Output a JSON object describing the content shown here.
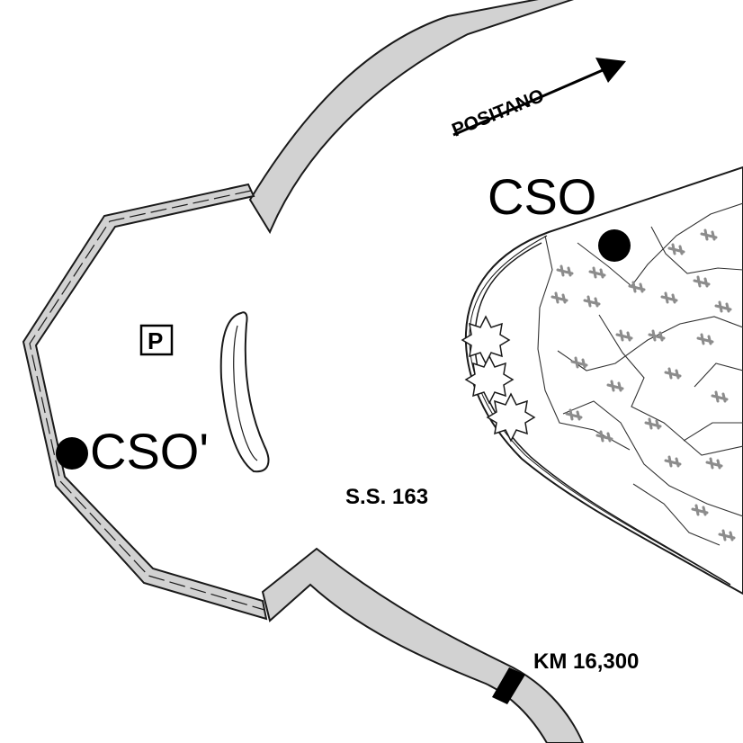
{
  "map": {
    "direction_label": "POSITANO",
    "point_labels": {
      "cso": "CSO",
      "cso_prime": "CSO'"
    },
    "parking_label": "P",
    "road_label": "S.S. 163",
    "km_label": "KM 16,300"
  },
  "colors": {
    "road_fill": "#d2d2d2",
    "outline": "#1a1a1a",
    "background": "#ffffff",
    "marker": "#000000",
    "vegetation_symbol": "#8c8c8c"
  }
}
